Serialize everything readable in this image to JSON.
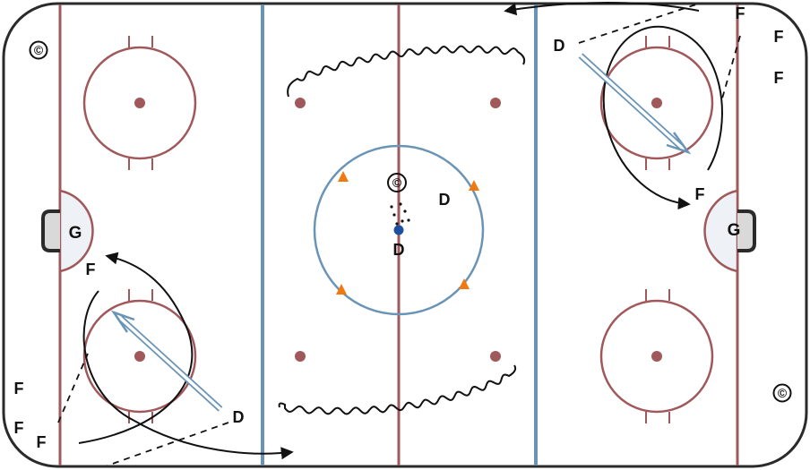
{
  "colors": {
    "board": "#2a2a2a",
    "red_line": "#a0585a",
    "blue_line": "#6a94b6",
    "crease_fill": "#eef2f6",
    "puck": "#1f4fa0",
    "cone": "#f07a10",
    "skate_path": "#111111",
    "pass_arrow": "#6a94b6"
  },
  "labels": {
    "goalie_left": "G",
    "goalie_right": "G",
    "coach_top_left": "©",
    "coach_bottom_right": "©",
    "coach_center": "©",
    "forward_left_top": "F",
    "forward_left_1": "F",
    "forward_left_2": "F",
    "forward_left_3": "F",
    "forward_right_top": "F",
    "forward_right_1": "F",
    "forward_right_2": "F",
    "forward_right_low": "F",
    "defense_left": "D",
    "defense_right": "D",
    "defense_center_right": "D",
    "defense_center": "D"
  },
  "icons": {
    "cone": "triangle-cone-icon",
    "puck": "puck-icon",
    "coach": "coach-icon",
    "goal": "goal-net-icon"
  }
}
